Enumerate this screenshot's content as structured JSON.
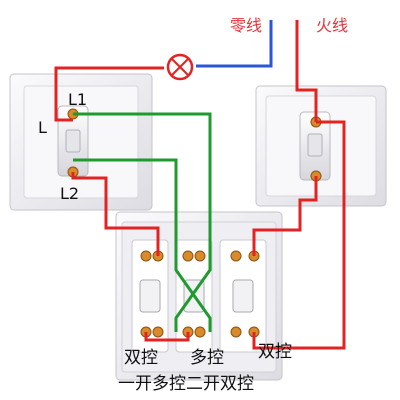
{
  "labels": {
    "neutral": "零线",
    "live": "火线",
    "lamp": "灯",
    "terminal_l1": "L1",
    "terminal_l": "L",
    "terminal_l2": "L2",
    "double_control_left": "双控",
    "multi_control": "多控",
    "double_control_right": "双控",
    "caption": "一开多控二开双控"
  },
  "colors": {
    "live_wire": "#e32222",
    "neutral_wire": "#2b56d6",
    "traveler_wire": "#1f9a2e",
    "plate": "#f4f4f6",
    "terminal": "#d98a2b"
  },
  "icons": [
    "lamp-icon"
  ]
}
